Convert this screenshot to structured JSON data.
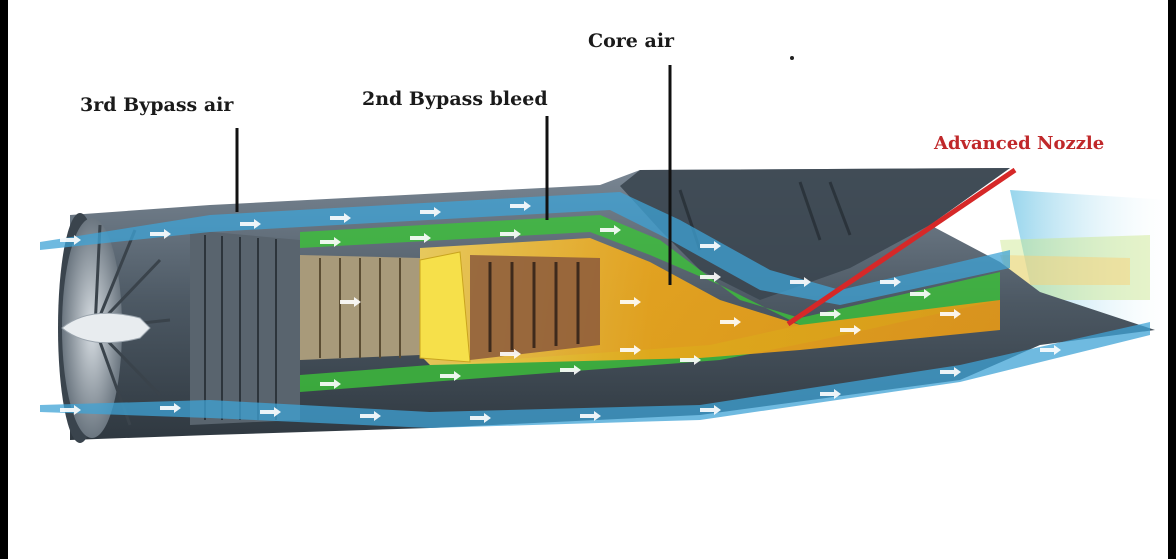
{
  "labels": {
    "bypass3": "3rd Bypass air",
    "bypass2": "2nd Bypass bleed",
    "core": "Core air",
    "nozzle": "Advanced Nozzle"
  },
  "colors": {
    "bypass_stream": "#3fa3d6",
    "bleed_stream": "#3cc23a",
    "core_stream": "#f0a818",
    "nozzle_label": "#c0282a",
    "casing": "#55606a"
  },
  "icons": [
    "fan-icon",
    "spinner-cone-icon",
    "compressor-icon",
    "combustor-icon",
    "turbine-icon",
    "nozzle-icon",
    "flow-arrow-icon"
  ]
}
